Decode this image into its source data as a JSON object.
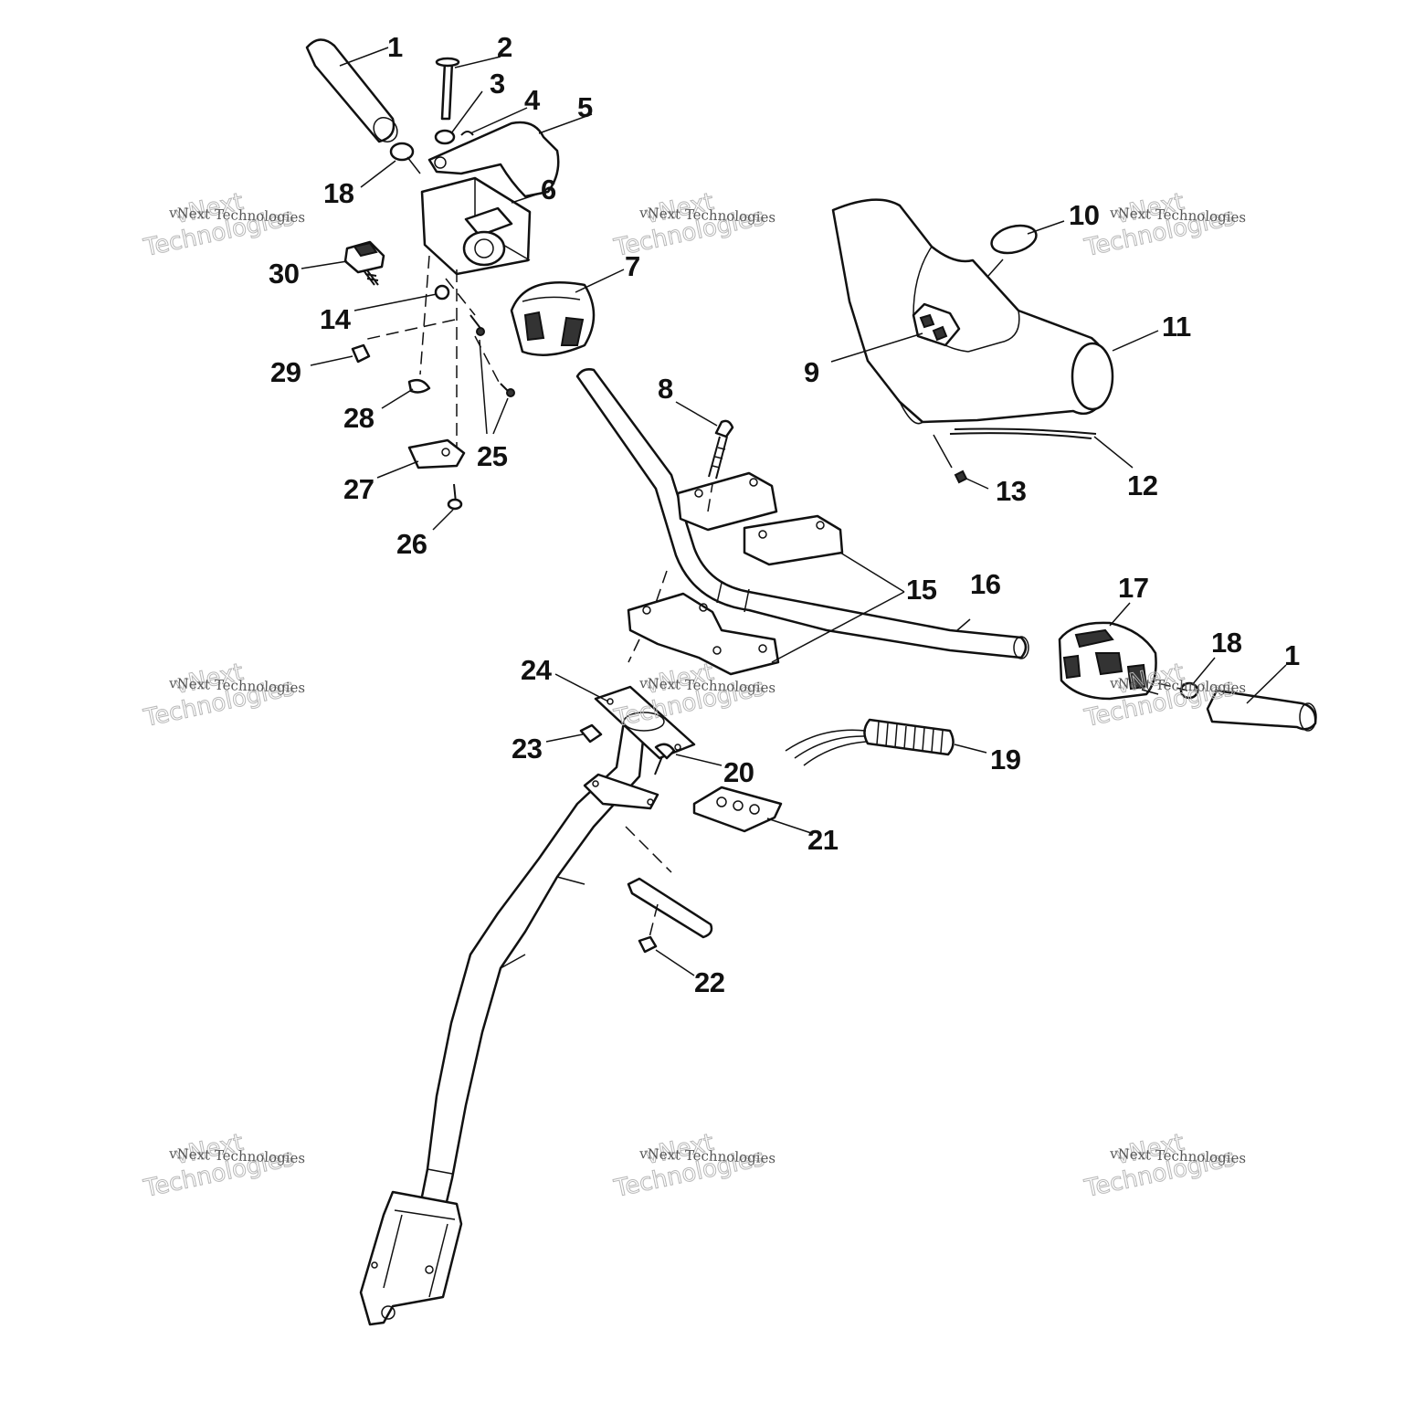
{
  "watermark": {
    "line1": "vNext Technologies",
    "line2a": "vNext",
    "line2b": "Technologies"
  },
  "callouts": [
    {
      "id": "c1a",
      "label": "1"
    },
    {
      "id": "c2",
      "label": "2"
    },
    {
      "id": "c3",
      "label": "3"
    },
    {
      "id": "c4",
      "label": "4"
    },
    {
      "id": "c5",
      "label": "5"
    },
    {
      "id": "c18a",
      "label": "18"
    },
    {
      "id": "c6",
      "label": "6"
    },
    {
      "id": "c30",
      "label": "30"
    },
    {
      "id": "c14",
      "label": "14"
    },
    {
      "id": "c7",
      "label": "7"
    },
    {
      "id": "c29",
      "label": "29"
    },
    {
      "id": "c28",
      "label": "28"
    },
    {
      "id": "c25",
      "label": "25"
    },
    {
      "id": "c27",
      "label": "27"
    },
    {
      "id": "c26",
      "label": "26"
    },
    {
      "id": "c8",
      "label": "8"
    },
    {
      "id": "c10",
      "label": "10"
    },
    {
      "id": "c11",
      "label": "11"
    },
    {
      "id": "c9",
      "label": "9"
    },
    {
      "id": "c12",
      "label": "12"
    },
    {
      "id": "c13",
      "label": "13"
    },
    {
      "id": "c15",
      "label": "15"
    },
    {
      "id": "c16",
      "label": "16"
    },
    {
      "id": "c17",
      "label": "17"
    },
    {
      "id": "c18b",
      "label": "18"
    },
    {
      "id": "c1b",
      "label": "1"
    },
    {
      "id": "c24",
      "label": "24"
    },
    {
      "id": "c23",
      "label": "23"
    },
    {
      "id": "c20",
      "label": "20"
    },
    {
      "id": "c19",
      "label": "19"
    },
    {
      "id": "c21",
      "label": "21"
    },
    {
      "id": "c22",
      "label": "22"
    }
  ]
}
